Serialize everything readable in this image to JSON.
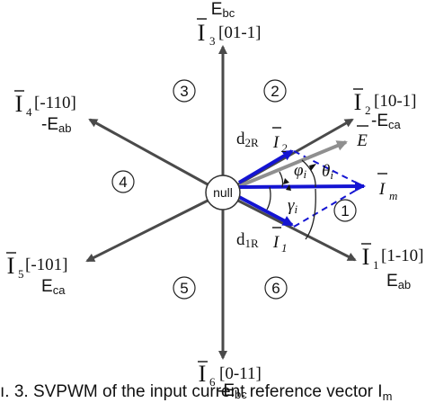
{
  "vectors": [
    {
      "id": "I3",
      "main": "I",
      "sub": "3",
      "code": "[01-1]",
      "ref": "E",
      "ref_sub": "bc"
    },
    {
      "id": "I2",
      "main": "I",
      "sub": "2",
      "code": "[10-1]",
      "ref": "-E",
      "ref_sub": "ca"
    },
    {
      "id": "I1",
      "main": "I",
      "sub": "1",
      "code": "[1-10]",
      "ref": "E",
      "ref_sub": "ab"
    },
    {
      "id": "I6",
      "main": "I",
      "sub": "6",
      "code": "[0-11]",
      "ref": "-E",
      "ref_sub": "bc"
    },
    {
      "id": "I5",
      "main": "I",
      "sub": "5",
      "code": "[-101]",
      "ref": "E",
      "ref_sub": "ca"
    },
    {
      "id": "I4",
      "main": "I",
      "sub": "4",
      "code": "[-110]",
      "ref": "-E",
      "ref_sub": "ab"
    }
  ],
  "sectors": [
    "1",
    "2",
    "3",
    "4",
    "5",
    "6"
  ],
  "center_label": "null",
  "duty": {
    "upper": {
      "d": "d",
      "d_sub": "2R",
      "i": "I",
      "i_sub": "2"
    },
    "lower": {
      "d": "d",
      "d_sub": "1R",
      "i": "I",
      "i_sub": "1"
    }
  },
  "symbols": {
    "E": "E",
    "Im": "I",
    "Im_sub": "m",
    "phi": "φ",
    "phi_sub": "i",
    "theta": "θ",
    "theta_sub": "i",
    "gamma": "γ",
    "gamma_sub": "i"
  },
  "caption": "ı. 3. SVPWM of the input current reference vector I",
  "caption_sub": "m",
  "colors": {
    "axis": "#4a4a4a",
    "blue": "#1414d2",
    "gray": "#8f8f8f",
    "text": "#111111"
  }
}
